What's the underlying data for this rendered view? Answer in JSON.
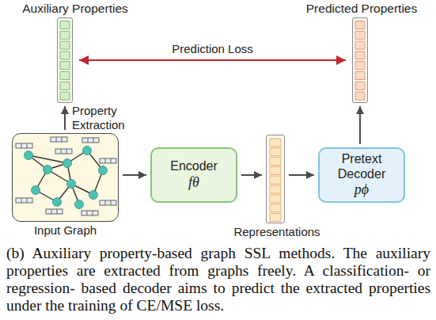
{
  "diagram": {
    "caption": "(b) Auxiliary property-based graph SSL methods. The auxiliary properties are extracted from graphs freely. A classification- or regression- based decoder aims to predict the extracted properties under the training of CE/MSE loss.",
    "nodes": [
      {
        "text": [
          "Auxiliary Properties"
        ]
      },
      {
        "text": [
          "Predicted Properties"
        ]
      },
      {
        "text": [
          "Input Graph"
        ]
      },
      {
        "text": [
          "Encoder",
          "fθ"
        ]
      },
      {
        "text": [
          "Representations"
        ]
      },
      {
        "text": [
          "Pretext Decoder",
          "pϕ"
        ]
      }
    ],
    "edges": [
      {
        "from": 0,
        "to": 1,
        "arrow": "both",
        "label": "Prediction Loss"
      },
      {
        "from": 2,
        "to": 0,
        "arrow": "to",
        "label": "Property Extraction"
      },
      {
        "from": 2,
        "to": 3,
        "arrow": "to"
      },
      {
        "from": 3,
        "to": 4,
        "arrow": "to"
      },
      {
        "from": 4,
        "to": 5,
        "arrow": "to"
      },
      {
        "from": 5,
        "to": 1,
        "arrow": "to"
      }
    ]
  }
}
